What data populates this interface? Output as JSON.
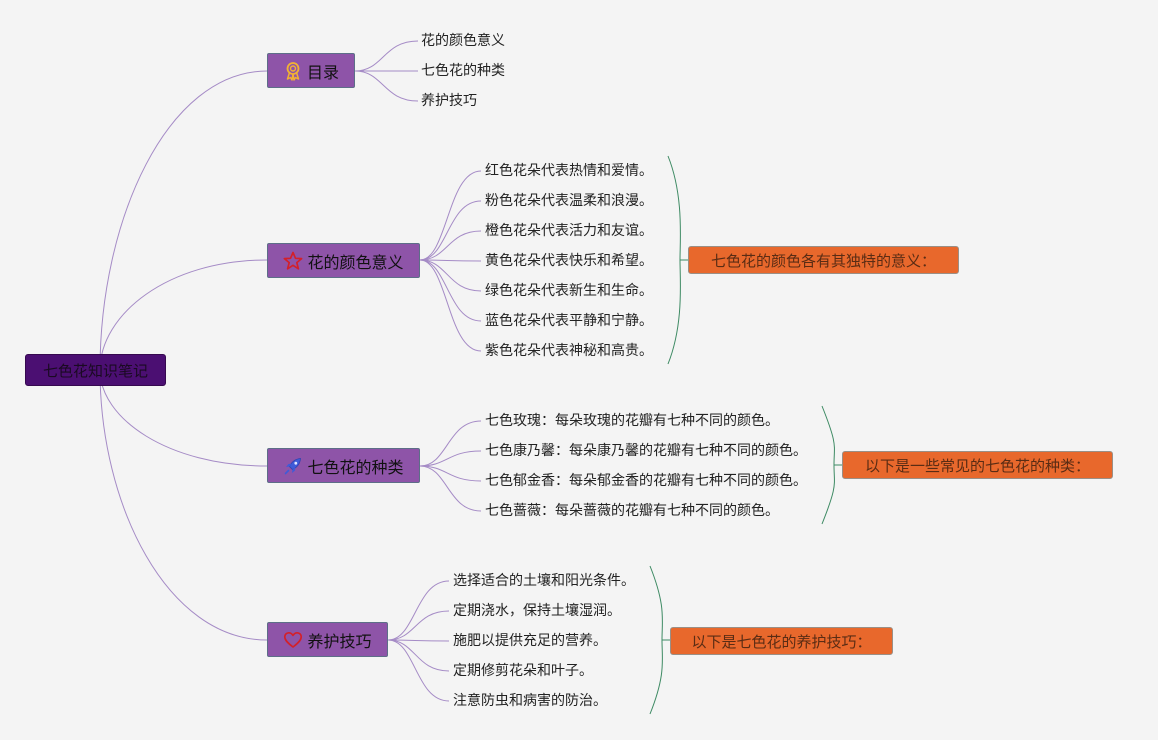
{
  "root": {
    "label": "七色花知识笔记"
  },
  "branches": [
    {
      "label": "目录",
      "icon": "award-ribbon-icon",
      "items": [
        "花的颜色意义",
        "七色花的种类",
        "养护技巧"
      ]
    },
    {
      "label": "花的颜色意义",
      "icon": "star-outline-icon",
      "items": [
        "红色花朵代表热情和爱情。",
        "粉色花朵代表温柔和浪漫。",
        "橙色花朵代表活力和友谊。",
        "黄色花朵代表快乐和希望。",
        "绿色花朵代表新生和生命。",
        "蓝色花朵代表平静和宁静。",
        "紫色花朵代表神秘和高贵。"
      ],
      "summary": "七色花的颜色各有其独特的意义："
    },
    {
      "label": "七色花的种类",
      "icon": "rocket-icon",
      "items": [
        "七色玫瑰：每朵玫瑰的花瓣有七种不同的颜色。",
        "七色康乃馨：每朵康乃馨的花瓣有七种不同的颜色。",
        "七色郁金香：每朵郁金香的花瓣有七种不同的颜色。",
        "七色蔷薇：每朵蔷薇的花瓣有七种不同的颜色。"
      ],
      "summary": "以下是一些常见的七色花的种类："
    },
    {
      "label": "养护技巧",
      "icon": "heart-outline-icon",
      "items": [
        "选择适合的土壤和阳光条件。",
        "定期浇水，保持土壤湿润。",
        "施肥以提供充足的营养。",
        "定期修剪花朵和叶子。",
        "注意防虫和病害的防治。"
      ],
      "summary": "以下是七色花的养护技巧："
    }
  ],
  "colors": {
    "background": "#f4f4f4",
    "root_fill": "#4b0f72",
    "branch_fill": "#8e54a8",
    "connector": "#a58bc6",
    "summary_fill": "#e8682c",
    "summary_brace": "#3d8a63"
  }
}
